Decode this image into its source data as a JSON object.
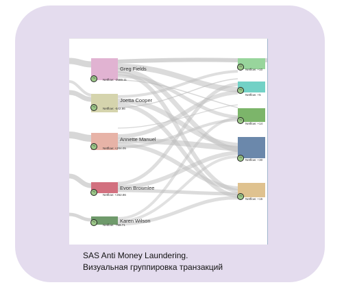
{
  "colors": {
    "card_bg": "#e4dcee",
    "flow": "#bdbdbd",
    "badge_fill": "#9cc889"
  },
  "nodes_left": [
    {
      "name": "Greg Fields",
      "netflow": "Netflow: -2089.11",
      "color": "#e1b3d2",
      "badge": "+1"
    },
    {
      "name": "Joetta Cooper",
      "netflow": "Netflow: -542.86",
      "color": "#d5d4ad",
      "badge": "+1"
    },
    {
      "name": "Annette Manuel",
      "netflow": "Netflow: +204.05",
      "color": "#e7b3a7",
      "badge": "+1"
    },
    {
      "name": "Evon Brownlee",
      "netflow": "Netflow: +252.86",
      "color": "#d2707f",
      "badge": "+1"
    },
    {
      "name": "Karen Wilson",
      "netflow": "Netflow: -769.71",
      "color": "#6f9a6b",
      "badge": "+1"
    }
  ],
  "nodes_right": [
    {
      "netflow": "Netflow: +10",
      "color": "#98d59c",
      "badge": "+1"
    },
    {
      "netflow": "Netflow: +5",
      "color": "#72d1c6",
      "badge": "+1"
    },
    {
      "netflow": "Netflow: +14",
      "color": "#7cb56a",
      "badge": "+1"
    },
    {
      "netflow": "Netflow: +30",
      "color": "#6b88ab",
      "badge": "+1"
    },
    {
      "netflow": "Netflow: +15",
      "color": "#dfc28f",
      "badge": "+1"
    }
  ],
  "caption": {
    "line1": "SAS Anti Money Laundering.",
    "line2": "Визуальная группировка транзакций"
  }
}
